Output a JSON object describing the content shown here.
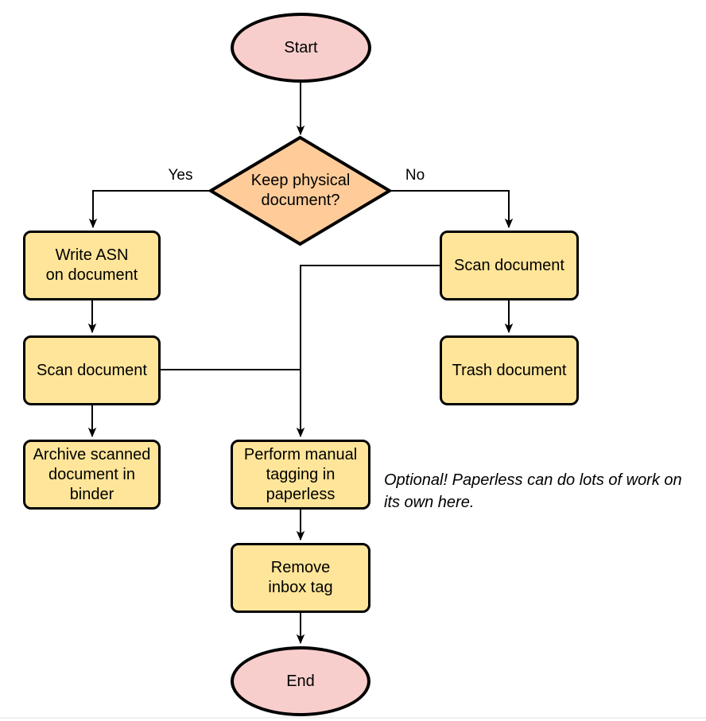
{
  "diagram": {
    "type": "flowchart",
    "nodes": {
      "start": {
        "shape": "ellipse",
        "lines": [
          "Start"
        ]
      },
      "decision_keep_physical": {
        "shape": "diamond",
        "lines": [
          "Keep physical",
          "document?"
        ]
      },
      "write_asn": {
        "shape": "rect",
        "lines": [
          "Write ASN",
          "on document"
        ]
      },
      "scan_document_left": {
        "shape": "rect",
        "lines": [
          "Scan document"
        ]
      },
      "archive_binder": {
        "shape": "rect",
        "lines": [
          "Archive scanned",
          "document in",
          "binder"
        ]
      },
      "scan_document_right": {
        "shape": "rect",
        "lines": [
          "Scan document"
        ]
      },
      "trash_document": {
        "shape": "rect",
        "lines": [
          "Trash document"
        ]
      },
      "manual_tagging": {
        "shape": "rect",
        "lines": [
          "Perform manual",
          "tagging in",
          "paperless"
        ]
      },
      "remove_inbox_tag": {
        "shape": "rect",
        "lines": [
          "Remove",
          "inbox tag"
        ]
      },
      "end": {
        "shape": "ellipse",
        "lines": [
          "End"
        ]
      }
    },
    "edges": [
      {
        "from": "start",
        "to": "decision_keep_physical",
        "label": ""
      },
      {
        "from": "decision_keep_physical",
        "to": "write_asn",
        "label": "Yes"
      },
      {
        "from": "decision_keep_physical",
        "to": "scan_document_right",
        "label": "No"
      },
      {
        "from": "write_asn",
        "to": "scan_document_left",
        "label": ""
      },
      {
        "from": "scan_document_left",
        "to": "archive_binder",
        "label": ""
      },
      {
        "from": "scan_document_right",
        "to": "trash_document",
        "label": ""
      },
      {
        "from": "scan_document_right",
        "to": "manual_tagging",
        "label": ""
      },
      {
        "from": "scan_document_left",
        "to": "manual_tagging",
        "label": ""
      },
      {
        "from": "manual_tagging",
        "to": "remove_inbox_tag",
        "label": ""
      },
      {
        "from": "remove_inbox_tag",
        "to": "end",
        "label": ""
      }
    ],
    "annotation": {
      "lines": [
        "Optional! Paperless can do lots of work on",
        "its own here."
      ]
    },
    "colors": {
      "terminal_fill": "#F8CECC",
      "decision_fill": "#FFCC99",
      "process_fill": "#FFE599",
      "stroke": "#000000",
      "line": "#000000"
    }
  }
}
